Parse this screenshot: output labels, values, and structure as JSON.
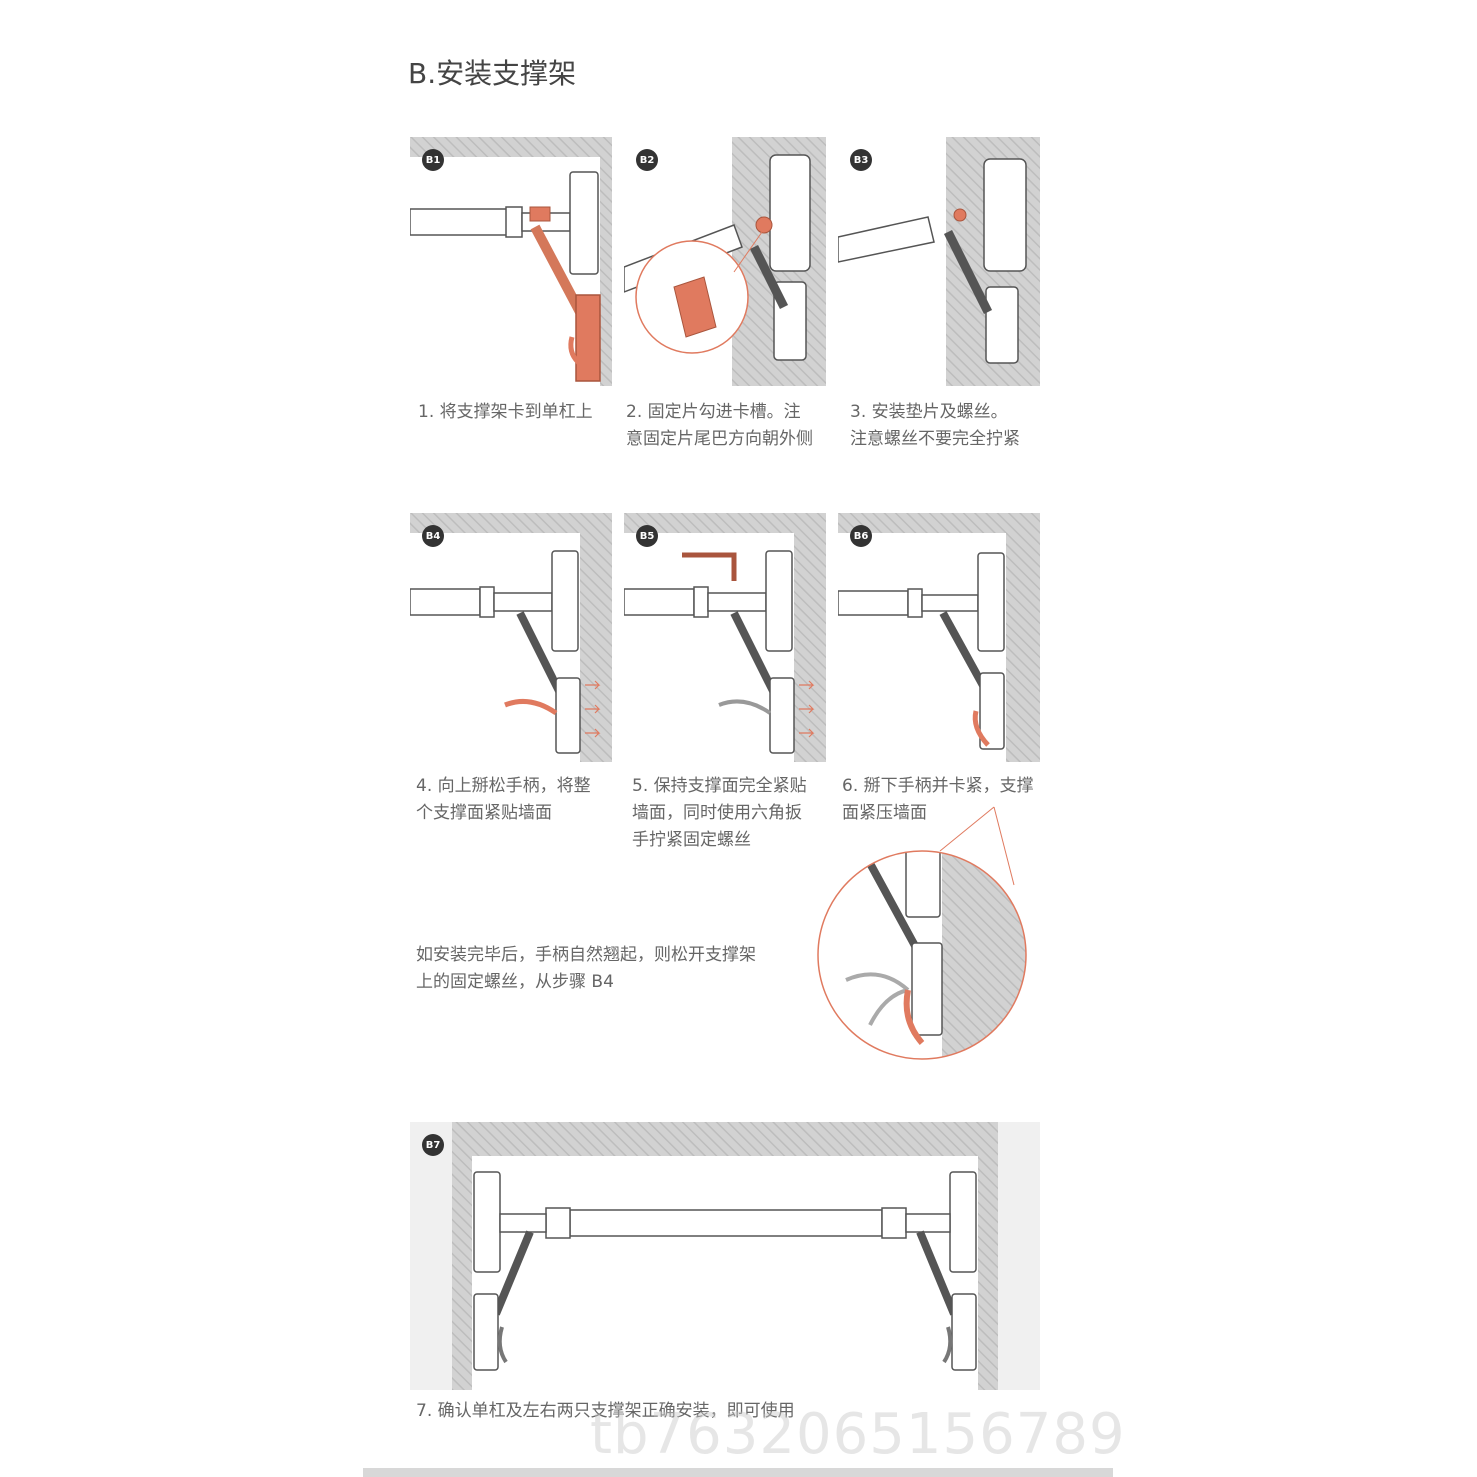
{
  "title": "B.安装支撑架",
  "steps": [
    {
      "badge": "B1",
      "lines": [
        "1. 将支撑架卡到单杠上"
      ]
    },
    {
      "badge": "B2",
      "lines": [
        "2. 固定片勾进卡槽。注",
        "意固定片尾巴方向朝外侧"
      ]
    },
    {
      "badge": "B3",
      "lines": [
        "3. 安装垫片及螺丝。",
        "注意螺丝不要完全拧紧"
      ]
    },
    {
      "badge": "B4",
      "lines": [
        "4. 向上掰松手柄，将整",
        "个支撑面紧贴墙面"
      ]
    },
    {
      "badge": "B5",
      "lines": [
        "5. 保持支撑面完全紧贴",
        "墙面，同时使用六角扳",
        "手拧紧固定螺丝"
      ]
    },
    {
      "badge": "B6",
      "lines": [
        "6. 掰下手柄并卡紧，支撑",
        "面紧压墙面"
      ]
    },
    {
      "badge": "B7",
      "lines": [
        "7. 确认单杠及左右两只支撑架正确安装，即可使用"
      ]
    }
  ],
  "note": {
    "lines": [
      "如安装完毕后，手柄自然翘起，则松开支撑架",
      "上的固定螺丝，从步骤 B4"
    ]
  },
  "watermark": "tb763206515678​9",
  "colors": {
    "accent": "#e07a5f",
    "wall": "#c8c8c8",
    "panel_bg": "#f0f0f0",
    "text": "#666666"
  }
}
